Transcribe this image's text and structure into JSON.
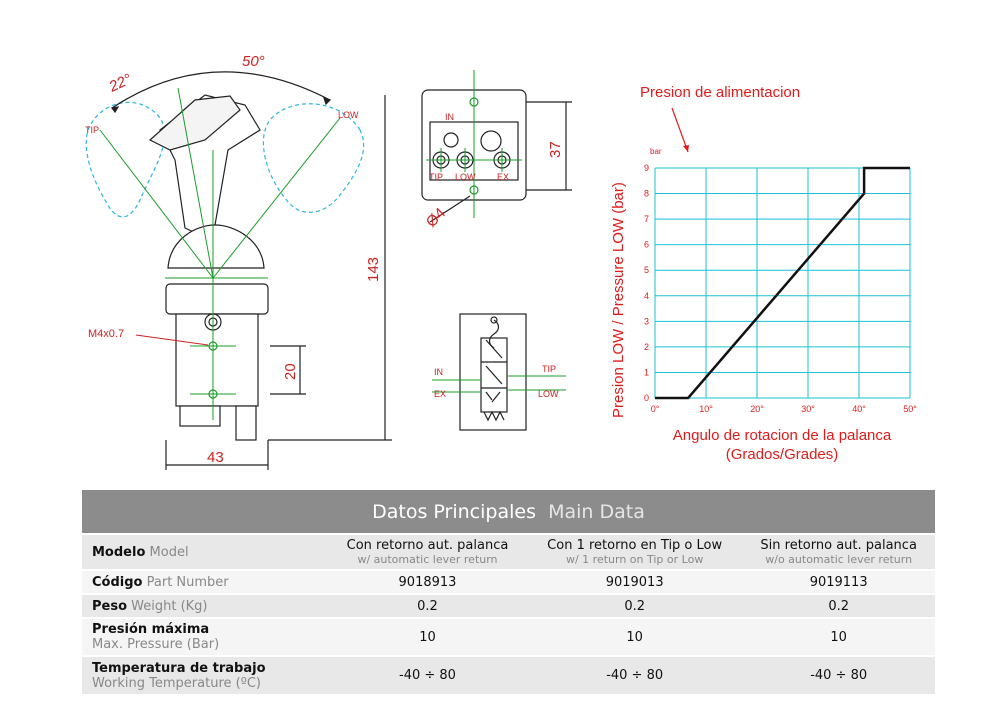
{
  "drawing": {
    "angle_left": "22°",
    "angle_total": "50°",
    "label_tip": "TIP",
    "label_low": "LOW",
    "thread_label": "M4x0.7",
    "dim_height": "143",
    "dim_hole_spacing": "20",
    "dim_width": "43",
    "port_in": "IN",
    "port_tip": "TIP",
    "port_low": "LOW",
    "port_ex": "EX",
    "dim_37": "37",
    "dim_dia": "Ø4",
    "schem_in": "IN",
    "schem_ex": "EX",
    "schem_tip": "TIP",
    "schem_low": "LOW"
  },
  "chart_data": {
    "type": "line",
    "title": "Presion de alimentacion",
    "ylabel": "Presion LOW / Pressure LOW  (bar)",
    "yunit": "bar",
    "xlabel_line1": "Angulo de rotacion de la palanca",
    "xlabel_line2": "(Grados/Grades)",
    "xlim": [
      0,
      50
    ],
    "ylim": [
      0,
      9
    ],
    "xticks": [
      "0°",
      "10°",
      "20°",
      "30°",
      "40°",
      "50°"
    ],
    "yticks": [
      "0",
      "1",
      "2",
      "3",
      "4",
      "5",
      "6",
      "7",
      "8",
      "9"
    ],
    "grid": true,
    "series": [
      {
        "x": [
          0,
          6.5,
          41,
          41,
          50
        ],
        "y": [
          0,
          0,
          8,
          9,
          9
        ]
      }
    ]
  },
  "table": {
    "title_es": "Datos Principales",
    "title_en": "Main Data",
    "columns": [
      {
        "es": "Con retorno aut. palanca",
        "en": "w/ automatic lever return"
      },
      {
        "es": "Con 1 retorno en Tip o Low",
        "en": "w/ 1 return on Tip or Low"
      },
      {
        "es": "Sin retorno aut. palanca",
        "en": "w/o automatic lever return"
      }
    ],
    "row_model": {
      "es": "Modelo",
      "en": "Model"
    },
    "row_code": {
      "es": "Código",
      "en": "Part Number",
      "values": [
        "9018913",
        "9019013",
        "9019113"
      ]
    },
    "row_weight": {
      "es": "Peso",
      "en": "Weight (Kg)",
      "values": [
        "0.2",
        "0.2",
        "0.2"
      ]
    },
    "row_pressure": {
      "es": "Presión máxima",
      "en": "Max. Pressure (Bar)",
      "values": [
        "10",
        "10",
        "10"
      ]
    },
    "row_temp": {
      "es": "Temperatura de trabajo",
      "en": "Working Temperature (ºC)",
      "values": [
        "-40 ÷ 80",
        "-40 ÷ 80",
        "-40 ÷ 80"
      ]
    }
  }
}
